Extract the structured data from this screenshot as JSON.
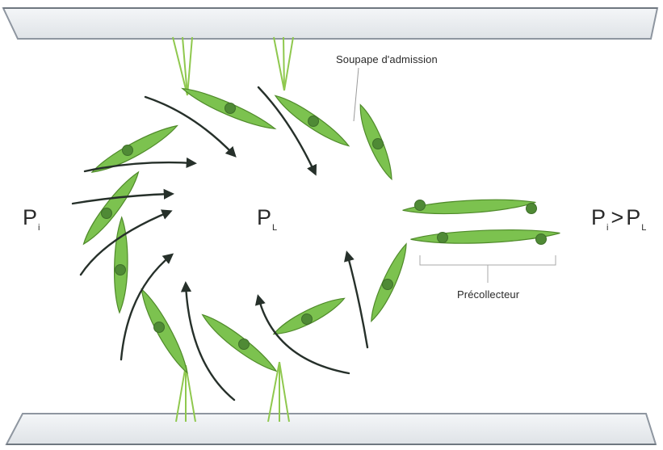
{
  "labels": {
    "valve": "Soupape d'admission",
    "precollector": "Précollecteur",
    "pressure_interstitial": {
      "main": "P",
      "sub": "i"
    },
    "pressure_lymph": {
      "main": "P",
      "sub": "L"
    },
    "relation": {
      "left_main": "P",
      "left_sub": "i",
      "operator": ">",
      "right_main": "P",
      "right_sub": "L"
    }
  },
  "colors": {
    "cell_fill": "#7cc24f",
    "cell_edge": "#4f8a2a",
    "nucleus": "#4f8a35",
    "arrow": "#26302a",
    "filament": "#8fc84e",
    "plate_fill": "#e9ecef",
    "plate_edge": "#8e96a0"
  }
}
